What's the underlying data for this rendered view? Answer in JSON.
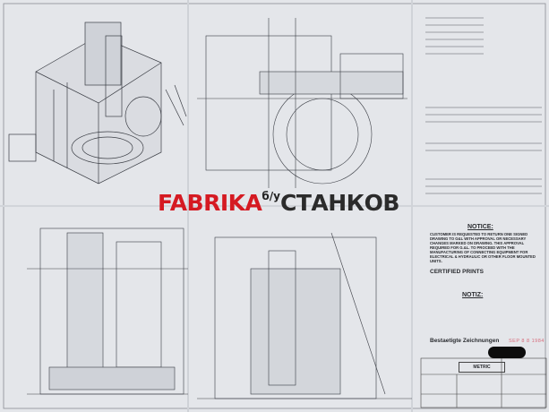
{
  "drawing": {
    "notice": {
      "title": "NOTICE:",
      "text": "Customer is requested to return one signed drawing to G&L with approval or necessary changes marked on drawing. This approval required for G.&L. to proceed with the manufacturing of connecting equipment for electrical & hydraulic or other floor mounted units."
    },
    "certified_prints": "CERTIFIED PRINTS",
    "notiz": {
      "title": "NOTIZ:"
    },
    "bestaetigte": "Bestaetigte Zeichnungen",
    "stamp": "SEP 8 8 1984",
    "title_block": {
      "units": "METRIC"
    }
  },
  "watermark": {
    "brand_red": "FABRIKA",
    "superscript": "б/у",
    "brand_dark": "СТАНКОВ",
    "colors": {
      "red": "#d51a22",
      "dark": "#2b2b2b"
    }
  }
}
